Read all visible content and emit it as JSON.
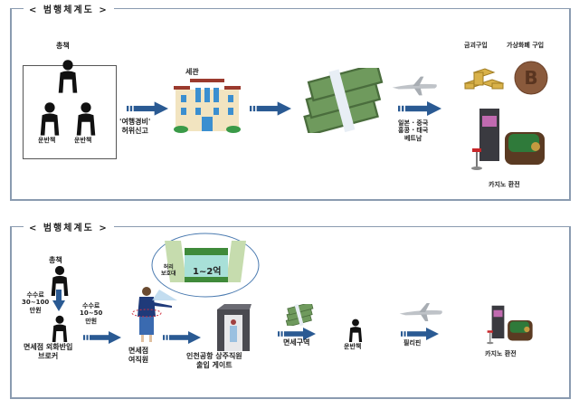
{
  "panel1": {
    "title": "< 범행체계도 >",
    "boss": "총책",
    "carrier1": "운반책",
    "carrier2": "운반책",
    "false_report": "'여행경비'\n허위신고",
    "customs": "세관",
    "destinations": "일본 · 중국\n홍콩 · 태국\n베트남",
    "gold": "금괴구입",
    "crypto": "가상화폐 구입",
    "casino": "카지노 환전"
  },
  "panel2": {
    "title": "< 범행체계도 >",
    "boss": "총책",
    "fee1": "수수료\n30~100\n만원",
    "broker": "면세점 외화반입\n브로커",
    "fee2": "수수료\n10~50\n만원",
    "employee": "면세점\n여직원",
    "waist_belt": "허리\n보호대",
    "amount": "1~2억",
    "gate": "인천공항 상주직원\n출입 게이트",
    "duty_free": "면세구역",
    "carrier": "운반책",
    "philippines": "필리핀",
    "casino": "카지노 환전"
  },
  "colors": {
    "arrow": "#2a5a93",
    "frame": "#8a9bb0",
    "person": "#111111"
  }
}
